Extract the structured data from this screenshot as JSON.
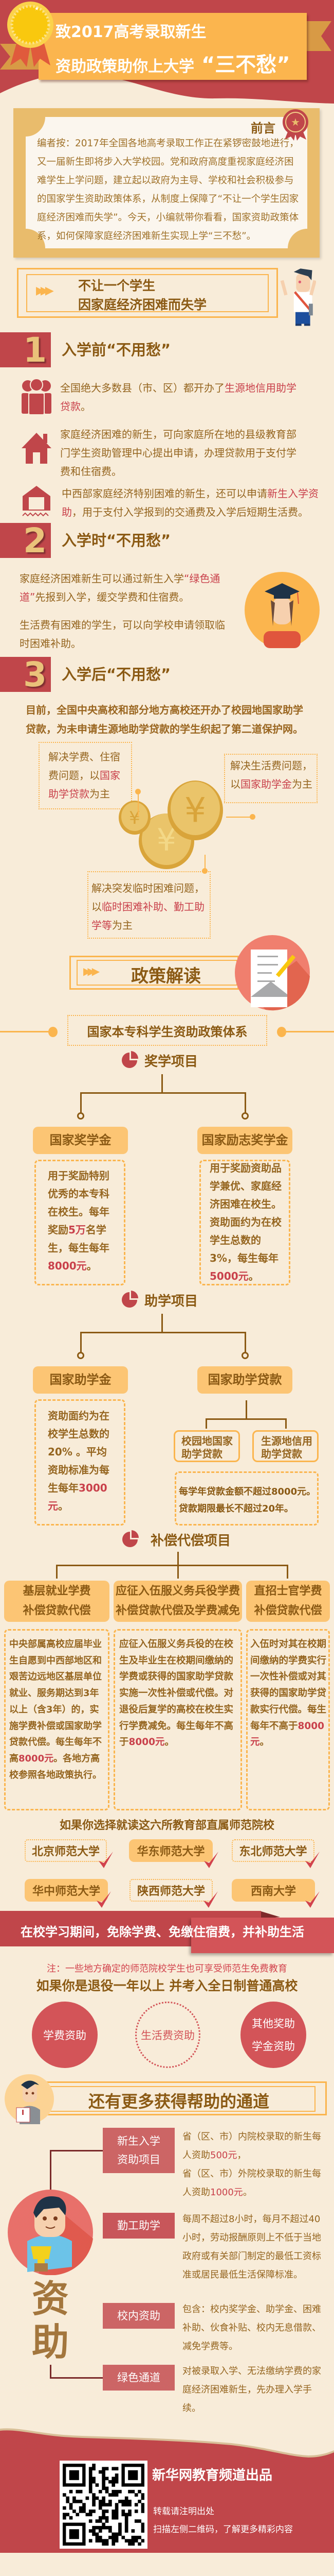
{
  "header": {
    "title_line1": "致2017高考录取新生",
    "title_line2": "资助政策助你上大学",
    "title_highlight": "“三不愁”"
  },
  "colors": {
    "brand_red": "#c0464a",
    "accent_orange": "#fbb54e",
    "text_brown": "#95651f",
    "highlight_red": "#c9414b",
    "background": "#f8ecd9"
  },
  "preface": {
    "label": "前言",
    "text": "编者按：2017年全国各地高考录取工作正在紧锣密鼓地进行，又一届新生即将步入大学校园。党和政府高度重视家庭经济困难学生上学问题，建立起以政府为主导、学校和社会积极参与的国家学生资助政策体系，从制度上保障了“不让一个学生因家庭经济困难而失学”。今天，小编就带你看看，国家资助政策体系，如何保障家庭经济困难新生实现上学“三不愁”。"
  },
  "intro_banner": {
    "line1": "不让一个学生",
    "line2": "因家庭经济困难而失学"
  },
  "section1": {
    "number": "1",
    "title": "入学前“不用愁”",
    "items": [
      [
        {
          "t": "全国绝大多数县（市、区）都开办了"
        },
        {
          "t": "生源地信用助学贷款",
          "hl": true
        },
        {
          "t": "。"
        }
      ],
      [
        {
          "t": "家庭经济困难的新生，可向家庭所在地的县级教育部门学生资助管理中心提出申请，办理贷款用于支付学费和住宿费。"
        }
      ],
      [
        {
          "t": "中西部家庭经济特别困难的新生，还可以申请"
        },
        {
          "t": "新生入学资助",
          "hl": true
        },
        {
          "t": "，用于支付入学报到的交通费及入学后短期生活费。"
        }
      ]
    ]
  },
  "section2": {
    "number": "2",
    "title": "入学时“不用愁”",
    "paragraphs": [
      [
        {
          "t": "家庭经济困难新生可以通过新生入学"
        },
        {
          "t": "“绿色通道”",
          "hl": true
        },
        {
          "t": "先报到入学，缓交学费和住宿费。"
        }
      ],
      [
        {
          "t": "生活费有困难的学生，可以向学校申请领取临时困难补助。"
        }
      ]
    ]
  },
  "section3": {
    "number": "3",
    "title": "入学后“不用愁”",
    "intro": "目前，全国中央高校和部分地方高校还开办了校园地国家助学贷款，为未申请生源地助学贷款的学生织起了第二道保护网。",
    "boxes": [
      [
        {
          "t": "解决学费、住宿费问题，以"
        },
        {
          "t": "国家助学贷款",
          "hl": true
        },
        {
          "t": "为主"
        }
      ],
      [
        {
          "t": "解决生活费问题，以"
        },
        {
          "t": "国家助学金",
          "hl": true
        },
        {
          "t": "为主"
        }
      ],
      [
        {
          "t": "解决突发临时困难问题，以"
        },
        {
          "t": "临时困难补助、勤工助学等",
          "hl": true
        },
        {
          "t": "为主"
        }
      ]
    ]
  },
  "policy": {
    "banner": "政策解读",
    "system_title": "国家本专科学生资助政策体系",
    "scholarship": {
      "title": "奖学项目",
      "items": [
        {
          "name": "国家奖学金",
          "desc": [
            {
              "t": "用于奖励特别优秀的本专科在校生。每年奖励"
            },
            {
              "t": "5万",
              "hl": true
            },
            {
              "t": "名学生，每生每年"
            },
            {
              "t": "8000元",
              "hl": true
            },
            {
              "t": "。"
            }
          ]
        },
        {
          "name": "国家励志奖学金",
          "desc": [
            {
              "t": "用于奖励资助品学兼优、家庭经济困难在校生。资助面约为在校学生总数的3%，每生每年"
            },
            {
              "t": "5000元",
              "hl": true
            },
            {
              "t": "。"
            }
          ]
        }
      ]
    },
    "aid": {
      "title": "助学项目",
      "grant": {
        "name": "国家助学金",
        "desc": [
          {
            "t": "资助面约为在校学生总数的20% 。平均资助标准为每生每年"
          },
          {
            "t": "3000元",
            "hl": true
          },
          {
            "t": "。"
          }
        ]
      },
      "loan": {
        "name": "国家助学贷款",
        "types": [
          "校园地国家助学贷款",
          "生源地信用助学贷款"
        ],
        "desc": [
          "每学年贷款金额不超过8000元。",
          "贷款期限最长不超过20年。"
        ]
      }
    },
    "compensation": {
      "title": "补偿代偿项目",
      "items": [
        {
          "name_line1": "基层就业学费",
          "name_line2": "补偿贷款代偿",
          "desc": [
            {
              "t": "中央部属高校应届毕业生自愿到中西部地区和艰苦边远地区基层单位就业、服务期达到3年以上（含3年）的，实施学费补偿或国家助学贷款代偿。每生每年不高"
            },
            {
              "t": "8000元",
              "hl": true
            },
            {
              "t": "。各地方高校参照各地政策执行。"
            }
          ]
        },
        {
          "name_line1": "应征入伍服义务兵役学费",
          "name_line2": "补偿贷款代偿及学费减免",
          "desc": [
            {
              "t": "应征入伍服义务兵役的在校生及毕业生在校期间缴纳的学费或获得的国家助学贷款实施一次性补偿或代偿。对退役后复学的高校在校生实行学费减免。每生每年不高于"
            },
            {
              "t": "8000元",
              "hl": true
            },
            {
              "t": "。"
            }
          ]
        },
        {
          "name_line1": "直招士官学费",
          "name_line2": "补偿贷款代偿",
          "desc": [
            {
              "t": "入伍时对其在校期间缴纳的学费实行一次性补偿或对其获得的国家助学贷款实行代偿。每生每年不高于"
            },
            {
              "t": "8000元",
              "hl": true
            },
            {
              "t": "。"
            }
          ]
        }
      ]
    }
  },
  "normal_universities": {
    "title": "如果你选择就读这六所教育部直属师范院校",
    "list": [
      "北京师范大学",
      "华东师范大学",
      "东北师范大学",
      "华中师范大学",
      "陕西师范大学",
      "西南大学"
    ],
    "benefit": "在校学习期间，免除学费、免缴住宿费，并补助生活",
    "note": "注：一些地方确定的师范院校学生也可享受师范生免费教育"
  },
  "veterans": {
    "title": "如果你是退役一年以上 并考入全日制普通高校",
    "circles": [
      "学费资助",
      "生活费资助",
      "其他奖助学金资助"
    ]
  },
  "more_channels": {
    "title": "还有更多获得帮助的通道",
    "side_label": [
      "资",
      "助"
    ],
    "items": [
      {
        "name": "新生入学资助项目",
        "desc": [
          {
            "t": "省（区、市）内院校录取的新生每人资助"
          },
          {
            "t": "500元",
            "hl": true
          },
          {
            "t": "，"
          }
        ],
        "desc2": [
          {
            "t": "省（区、市）外院校录取的新生每人资助"
          },
          {
            "t": "1000元",
            "hl": true
          },
          {
            "t": "。"
          }
        ]
      },
      {
        "name": "勤工助学",
        "desc": [
          {
            "t": "每周不超过8小时，每月不超过40小时，劳动报酬原则上不低于当地政府或有关部门制定的最低工资标准或居民最低生活保障标准。"
          }
        ]
      },
      {
        "name": "校内资助",
        "desc": [
          {
            "t": "包含：校内奖学金、助学金、困难补助、伙食补贴、校内无息借款、减免学费等。"
          }
        ]
      },
      {
        "name": "绿色通道",
        "desc": [
          {
            "t": "对被录取入学、无法缴纳学费的家庭经济困难新生，先办理入学手续。"
          }
        ]
      }
    ]
  },
  "footer": {
    "producer": "新华网教育频道出品",
    "reprint_note": "转载请注明出处",
    "qr_hint": "扫描左侧二维码，了解更多精彩内容"
  }
}
